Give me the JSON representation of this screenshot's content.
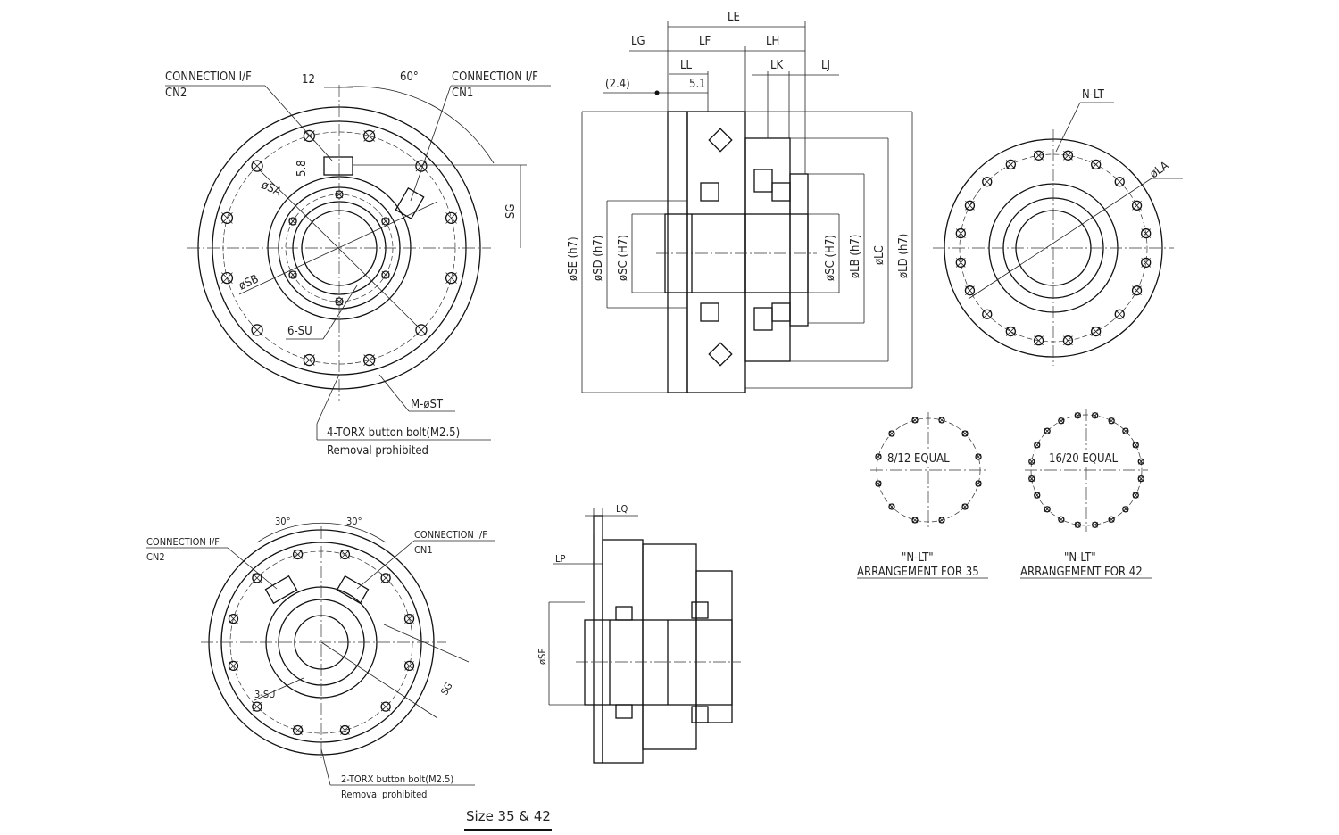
{
  "front_view_35_42": {
    "cn2_label": "CONNECTION I/F",
    "cn2_sub": "CN2",
    "cn1_label": "CONNECTION I/F",
    "cn1_sub": "CN1",
    "dim_12": "12",
    "dim_angle": "60°",
    "dim_5_8": "5.8",
    "dia_sa": "øSA",
    "dia_sb": "øSB",
    "dim_sg": "SG",
    "su": "6-SU",
    "st": "M-øST",
    "torx": "4-TORX button bolt(M2.5)",
    "removal": "Removal prohibited"
  },
  "side_view": {
    "le": "LE",
    "lg": "LG",
    "lf": "LF",
    "lh": "LH",
    "ll": "LL",
    "lk": "LK",
    "lj": "LJ",
    "d24": "(2.4)",
    "d51": "5.1",
    "se": "øSE (h7)",
    "sd": "øSD (h7)",
    "sc1": "øSC (H7)",
    "sc2": "øSC (H7)",
    "lb": "øLB (h7)",
    "lc": "øLC",
    "ld": "øLD (h7)"
  },
  "rear_view": {
    "nlt": "N-LT",
    "la": "øLA",
    "eq35": "8/12 EQUAL",
    "eq42": "16/20 EQUAL",
    "arr35_q": "\"N-LT\"",
    "arr35": "ARRANGEMENT FOR 35",
    "arr42_q": "\"N-LT\"",
    "arr42": "ARRANGEMENT FOR 42"
  },
  "front_view_small": {
    "a1": "30°",
    "a2": "30°",
    "cn2_label": "CONNECTION I/F",
    "cn2_sub": "CN2",
    "cn1_label": "CONNECTION I/F",
    "cn1_sub": "CN1",
    "su": "3-SU",
    "sg": "SG",
    "torx": "2-TORX button bolt(M2.5)",
    "removal": "Removal prohibited"
  },
  "side_view_small": {
    "lq": "LQ",
    "lp": "LP",
    "sf": "øSF"
  },
  "footer": {
    "title": "Size 35 & 42"
  }
}
